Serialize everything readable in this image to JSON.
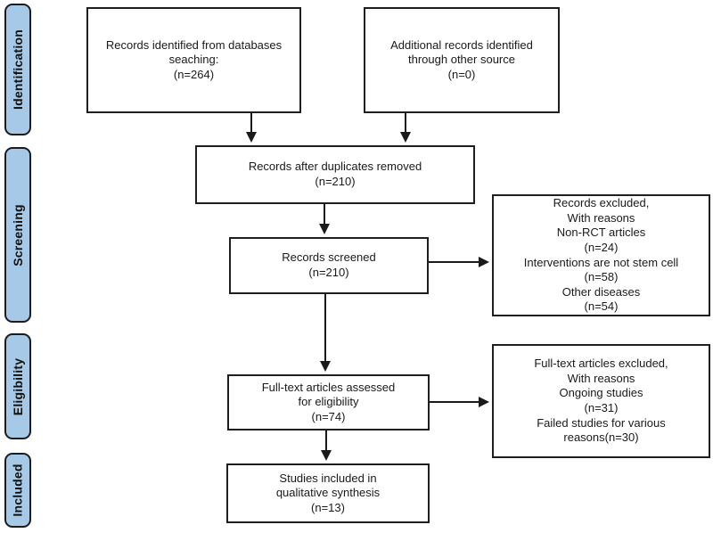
{
  "diagram": {
    "type": "prisma-flow-diagram",
    "background_color": "#ffffff",
    "box_border_color": "#1f1f1f",
    "arrow_color": "#1a1a1a"
  },
  "sidebar": {
    "fill": "#a7c9e8",
    "border": "#1c1c1c",
    "stages": [
      {
        "label": "Identification"
      },
      {
        "label": "Screening"
      },
      {
        "label": "Eligibility"
      },
      {
        "label": "Included"
      }
    ]
  },
  "boxes": {
    "identified": {
      "lines": [
        "Records identified from databases",
        "seaching:",
        "(n=264)"
      ]
    },
    "additional": {
      "lines": [
        "Additional records identified",
        "through other source",
        "(n=0)"
      ]
    },
    "duplicates": {
      "lines": [
        "Records after duplicates removed",
        "(n=210)"
      ]
    },
    "screened": {
      "lines": [
        "Records screened",
        "(n=210)"
      ]
    },
    "excluded1": {
      "lines": [
        "Records excluded,",
        "With reasons",
        "Non-RCT articles",
        "(n=24)",
        "Interventions are not stem cell",
        "(n=58)",
        "Other diseases",
        "(n=54)"
      ]
    },
    "fulltext": {
      "lines": [
        "Full-text articles assessed",
        "for eligibility",
        "(n=74)"
      ]
    },
    "excluded2": {
      "lines": [
        "Full-text articles excluded,",
        "With reasons",
        "Ongoing studies",
        "(n=31)",
        "Failed studies for various",
        "reasons(n=30)"
      ]
    },
    "included": {
      "lines": [
        "Studies included in",
        "qualitative synthesis",
        "(n=13)"
      ]
    }
  }
}
